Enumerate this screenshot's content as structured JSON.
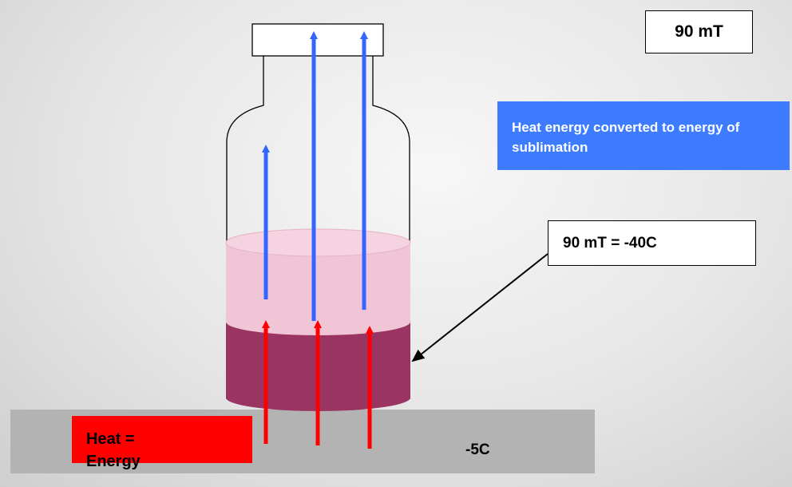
{
  "labels": {
    "chamber_pressure": "90 mT",
    "blue_note": "Heat energy converted to energy of sublimation",
    "pressure_equivalence": "90 mT = -40C",
    "heat_line1": "Heat =",
    "heat_line2": "Energy",
    "shelf_temperature": "-5C"
  },
  "colors": {
    "shelf": "#b3b3b3",
    "frozen_layer": "#9a3563",
    "dried_layer": "#f0c6d6",
    "dried_top": "#f5d3e0",
    "vapor_arrow": "#3366ff",
    "heat_arrow": "#ff0000",
    "note_box": "#3d7bff",
    "heat_box": "#ff0000"
  },
  "icons": {
    "vapor": "arrow-up-icon",
    "heat": "arrow-up-icon",
    "pointer": "arrow-pointer-icon"
  }
}
